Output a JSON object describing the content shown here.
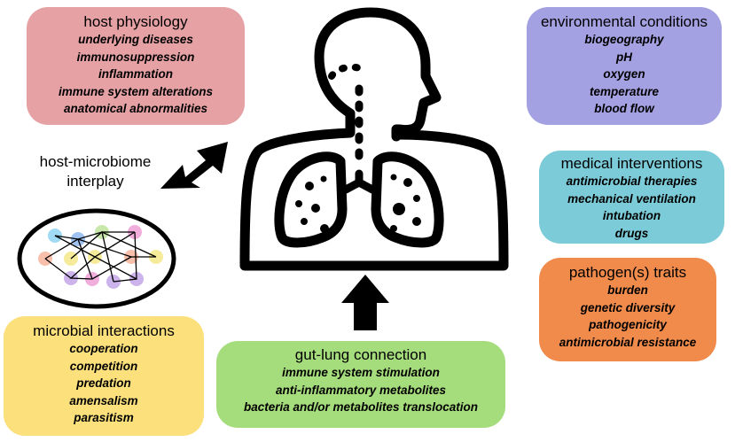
{
  "host_physiology": {
    "title": "host physiology",
    "items": [
      "underlying diseases",
      "immunosuppression",
      "inflammation",
      "immune system alterations",
      "anatomical abnormalities"
    ],
    "color": "#e5a1a4"
  },
  "environmental_conditions": {
    "title": "environmental conditions",
    "items": [
      "biogeography",
      "pH",
      "oxygen",
      "temperature",
      "blood flow"
    ],
    "color": "#a4a1e2"
  },
  "medical_interventions": {
    "title": "medical interventions",
    "items": [
      "antimicrobial therapies",
      "mechanical ventilation",
      "intubation",
      "drugs"
    ],
    "color": "#7ccbd8"
  },
  "pathogen_traits": {
    "title": "pathogen(s) traits",
    "items": [
      "burden",
      "genetic diversity",
      "pathogenicity",
      "antimicrobial resistance"
    ],
    "color": "#f08b4c"
  },
  "microbial_interactions": {
    "title": "microbial interactions",
    "items": [
      "cooperation",
      "competition",
      "predation",
      "amensalism",
      "parasitism"
    ],
    "color": "#fbe07c"
  },
  "gut_lung": {
    "title": "gut-lung connection",
    "items": [
      "immune system stimulation",
      "anti-inflammatory metabolites",
      "bacteria and/or metabolites translocation"
    ],
    "color": "#a5dc7c"
  },
  "interplay": {
    "line1": "host-microbiome",
    "line2": "interplay"
  },
  "icons": [
    "human-respiratory-system-icon",
    "double-headed-arrow-icon",
    "up-arrow-icon",
    "microbial-network-icon"
  ]
}
